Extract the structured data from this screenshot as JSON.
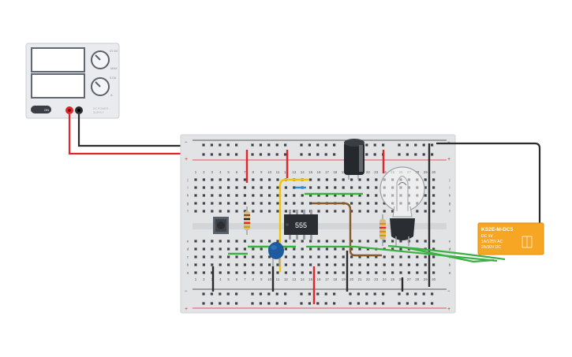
{
  "power_supply": {
    "on_label": "ON",
    "knob1_top": "37.5V",
    "knob1_side": "MAX",
    "knob2_top": "5.0A",
    "knob2_side": "A",
    "brand_line1": "DC POWER",
    "brand_line2": "SUPPLY"
  },
  "breadboard": {
    "col_numbers": [
      "1",
      "2",
      "3",
      "4",
      "5",
      "6",
      "7",
      "8",
      "9",
      "10",
      "11",
      "12",
      "13",
      "14",
      "15",
      "16",
      "17",
      "18",
      "19",
      "20",
      "21",
      "22",
      "23",
      "24",
      "25",
      "26",
      "27",
      "28",
      "29",
      "30"
    ],
    "rows_top": [
      "j",
      "i",
      "h",
      "g",
      "f"
    ],
    "rows_bottom": [
      "e",
      "d",
      "c",
      "b",
      "a"
    ]
  },
  "ic": {
    "label": "555"
  },
  "relay": {
    "model": "KS2E-M-DC5",
    "line1": "DC 5V",
    "line2": "1A/125V AC",
    "line3": "2A/30V DC"
  },
  "colors": {
    "wire_red": "#e0262b",
    "wire_black": "#2b2b2b",
    "wire_green": "#3cb043",
    "wire_yellow": "#f2c500",
    "wire_brown": "#8b5a2b",
    "wire_blue": "#2a8fd6",
    "relay_body": "#f6a623"
  }
}
